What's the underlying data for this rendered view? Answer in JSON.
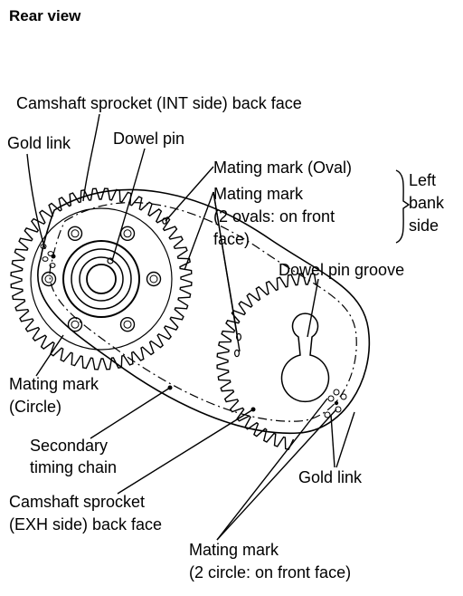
{
  "title": "Rear view",
  "labels": {
    "camshaft_int": "Camshaft sprocket (INT side) back face",
    "gold_link_left": "Gold link",
    "dowel_pin": "Dowel pin",
    "mating_oval": "Mating mark (Oval)",
    "mating_two_ovals_1": "Mating mark",
    "mating_two_ovals_2": "(2 ovals: on front",
    "mating_two_ovals_3": "face)",
    "left_bank_1": "Left",
    "left_bank_2": "bank",
    "left_bank_3": "side",
    "dowel_pin_groove": "Dowel pin groove",
    "mating_circle_1": "Mating mark",
    "mating_circle_2": "(Circle)",
    "secondary_chain_1": "Secondary",
    "secondary_chain_2": "timing chain",
    "gold_link_right": "Gold link",
    "camshaft_exh_1": "Camshaft sprocket",
    "camshaft_exh_2": "(EXH side) back face",
    "mating_two_circle_1": "Mating mark",
    "mating_two_circle_2": "(2 circle: on front face)"
  },
  "colors": {
    "ink": "#000000",
    "paper": "#ffffff"
  }
}
